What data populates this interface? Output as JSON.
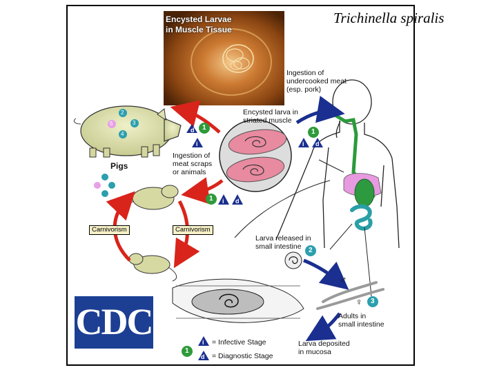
{
  "title": "Trichinella spiralis",
  "photo": {
    "label_line1": "Encysted Larvae",
    "label_line2": "in Muscle Tissue"
  },
  "labels": {
    "ingestion_human": [
      "Ingestion of",
      "undercooked meat",
      "(esp. pork)"
    ],
    "encysted": [
      "Encysted larva in",
      "striated muscle"
    ],
    "ingestion_animal": [
      "Ingestion of",
      "meat scraps",
      "or animals"
    ],
    "pigs": "Pigs",
    "carnivorism_left": "Carnivorism",
    "carnivorism_right": "Carnivorism",
    "larva_released": [
      "Larva released in",
      "small intestine"
    ],
    "adults": [
      "Adults in",
      "small intestine"
    ],
    "larva_deposited": [
      "Larva deposited",
      "in mucosa"
    ]
  },
  "legend": {
    "infective": "= Infective Stage",
    "diagnostic": "= Diagnostic Stage"
  },
  "symbols": {
    "infective": "i",
    "diagnostic": "d"
  },
  "steps": {
    "one": "1",
    "two": "2",
    "three": "3",
    "four": "4",
    "five": "5"
  },
  "sex_symbols": {
    "male": "♂",
    "female": "♀"
  },
  "logo": {
    "text": "CDC"
  },
  "colors": {
    "red_arrow": "#d9241b",
    "blue_arrow": "#1a2f8f",
    "green_step": "#2e9a3a",
    "teal_step": "#2b9fae",
    "pink_tissue": "#e88aa0",
    "cdc_blue": "#1c3f93"
  }
}
